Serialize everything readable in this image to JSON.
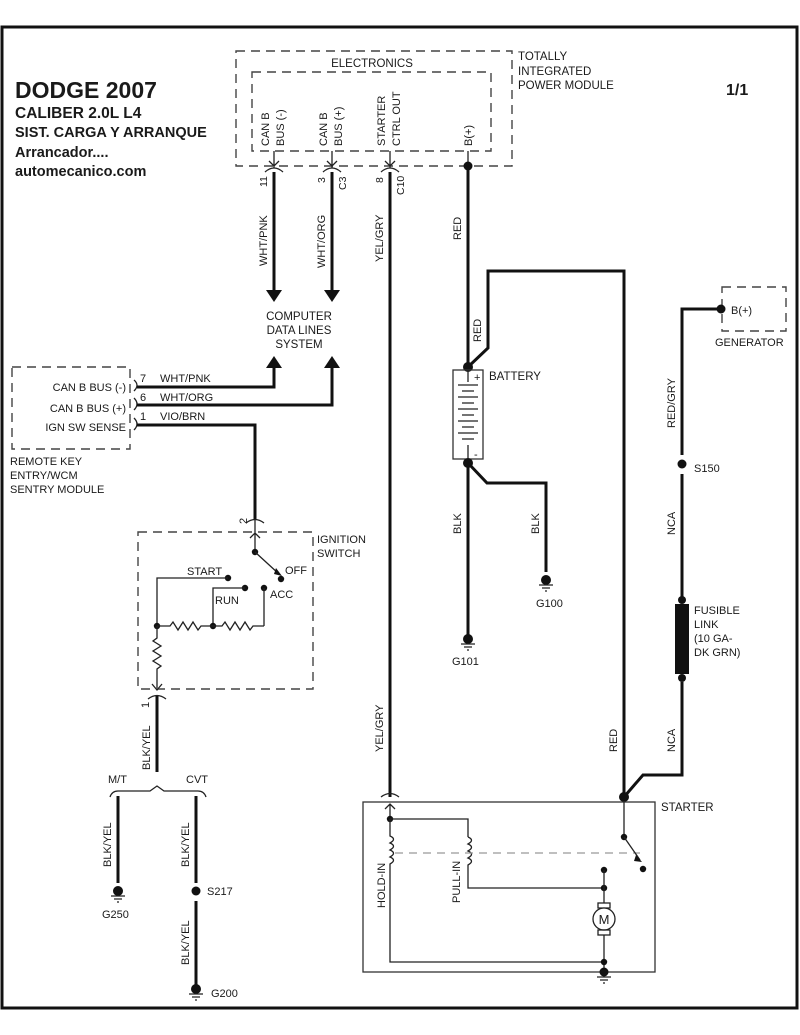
{
  "header": {
    "make_year": "DODGE 2007",
    "model": "CALIBER  2.0L  L4",
    "system": "SIST. CARGA Y ARRANQUE",
    "subject": "Arrancador....",
    "website": "automecanico.com",
    "page": "1/1"
  },
  "tipm": {
    "name_lines": [
      "TOTALLY",
      "INTEGRATED",
      "POWER MODULE"
    ],
    "inner_label": "ELECTRONICS",
    "pins": [
      {
        "label_lines": [
          "CAN B",
          "BUS (-)"
        ],
        "pin": "11",
        "connector": ""
      },
      {
        "label_lines": [
          "CAN B",
          "BUS (+)"
        ],
        "pin": "3",
        "connector": "C3"
      },
      {
        "label_lines": [
          "STARTER",
          "CTRL OUT"
        ],
        "pin": "8",
        "connector": "C10"
      },
      {
        "label_lines": [
          "B(+)"
        ],
        "pin": "",
        "connector": ""
      }
    ]
  },
  "wires": {
    "can_minus_top": "WHT/PNK",
    "can_plus_top": "WHT/ORG",
    "starter_ctrl": "YEL/GRY",
    "starter_ctrl_lower": "YEL/GRY",
    "bplus_red": "RED",
    "battery_red": "RED",
    "starter_red": "RED",
    "battery_blk_left": "BLK",
    "battery_blk_right": "BLK",
    "gen_wire": "RED/GRY",
    "nca_upper": "NCA",
    "nca_lower": "NCA",
    "ign_out": "BLK/YEL",
    "mt_wire": "BLK/YEL",
    "cvt_wire": "BLK/YEL",
    "cvt_wire_lower": "BLK/YEL"
  },
  "computer_data_lines": [
    "COMPUTER",
    "DATA LINES",
    "SYSTEM"
  ],
  "rke": {
    "name_lines": [
      "REMOTE KEY",
      "ENTRY/WCM",
      "SENTRY MODULE"
    ],
    "pins": [
      {
        "label": "CAN B BUS (-)",
        "pin": "7",
        "wire": "WHT/PNK"
      },
      {
        "label": "CAN B BUS (+)",
        "pin": "6",
        "wire": "WHT/ORG"
      },
      {
        "label": "IGN SW SENSE",
        "pin": "1",
        "wire": "VIO/BRN"
      }
    ]
  },
  "ignition_switch": {
    "name_lines": [
      "IGNITION",
      "SWITCH"
    ],
    "pin_in": "2",
    "pin_out": "1",
    "positions": {
      "start": "START",
      "run": "RUN",
      "off": "OFF",
      "acc": "ACC"
    }
  },
  "transmission_split": {
    "mt": "M/T",
    "cvt": "CVT"
  },
  "splices": {
    "s217": "S217",
    "s150": "S150"
  },
  "grounds": {
    "g250": "G250",
    "g200": "G200",
    "g101": "G101",
    "g100": "G100"
  },
  "battery": {
    "name": "BATTERY",
    "plus": "+",
    "minus": "-"
  },
  "generator": {
    "name": "GENERATOR",
    "terminal": "B(+)"
  },
  "fusible_link": {
    "name_lines": [
      "FUSIBLE",
      "LINK",
      "(10 GA-",
      "DK GRN)"
    ]
  },
  "starter": {
    "name": "STARTER",
    "hold_in": "HOLD-IN",
    "pull_in": "PULL-IN",
    "motor_symbol": "M"
  }
}
